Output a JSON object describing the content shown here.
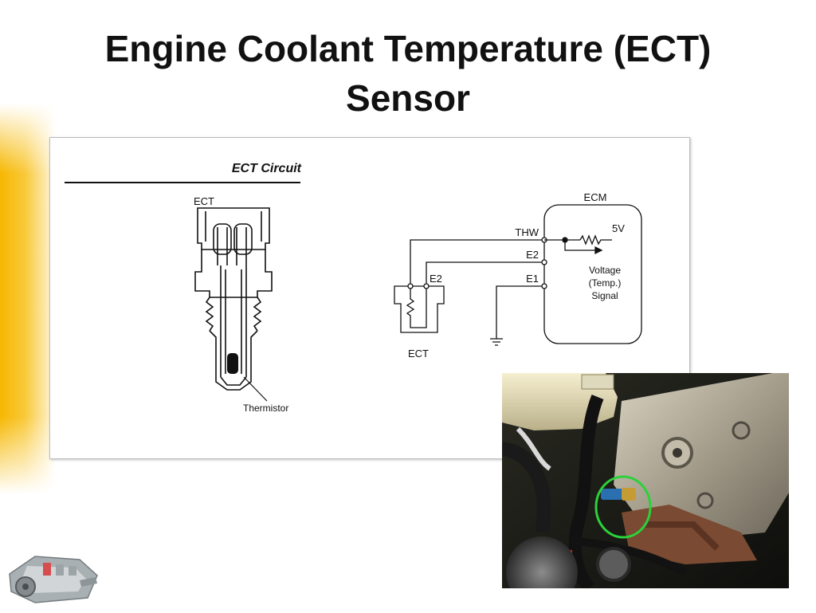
{
  "slide": {
    "title_line1": "Engine Coolant Temperature (ECT)",
    "title_line2": "Sensor"
  },
  "diagram": {
    "heading": "ECT Circuit",
    "sensor_label": "ECT",
    "thermistor_label": "Thermistor",
    "ecm_label": "ECM",
    "thw_label": "THW",
    "e2_label": "E2",
    "e1_label": "E1",
    "voltage_label": "5V",
    "signal_line1": "Voltage",
    "signal_line2": "(Temp.)",
    "signal_line3": "Signal",
    "sensor_e2_label": "E2",
    "sensor_bottom_label": "ECT"
  },
  "colors": {
    "accent": "#f6b700",
    "highlight_circle": "#2bd13a",
    "title": "#111111"
  },
  "icons": {
    "logo": "engine-logo-icon"
  }
}
